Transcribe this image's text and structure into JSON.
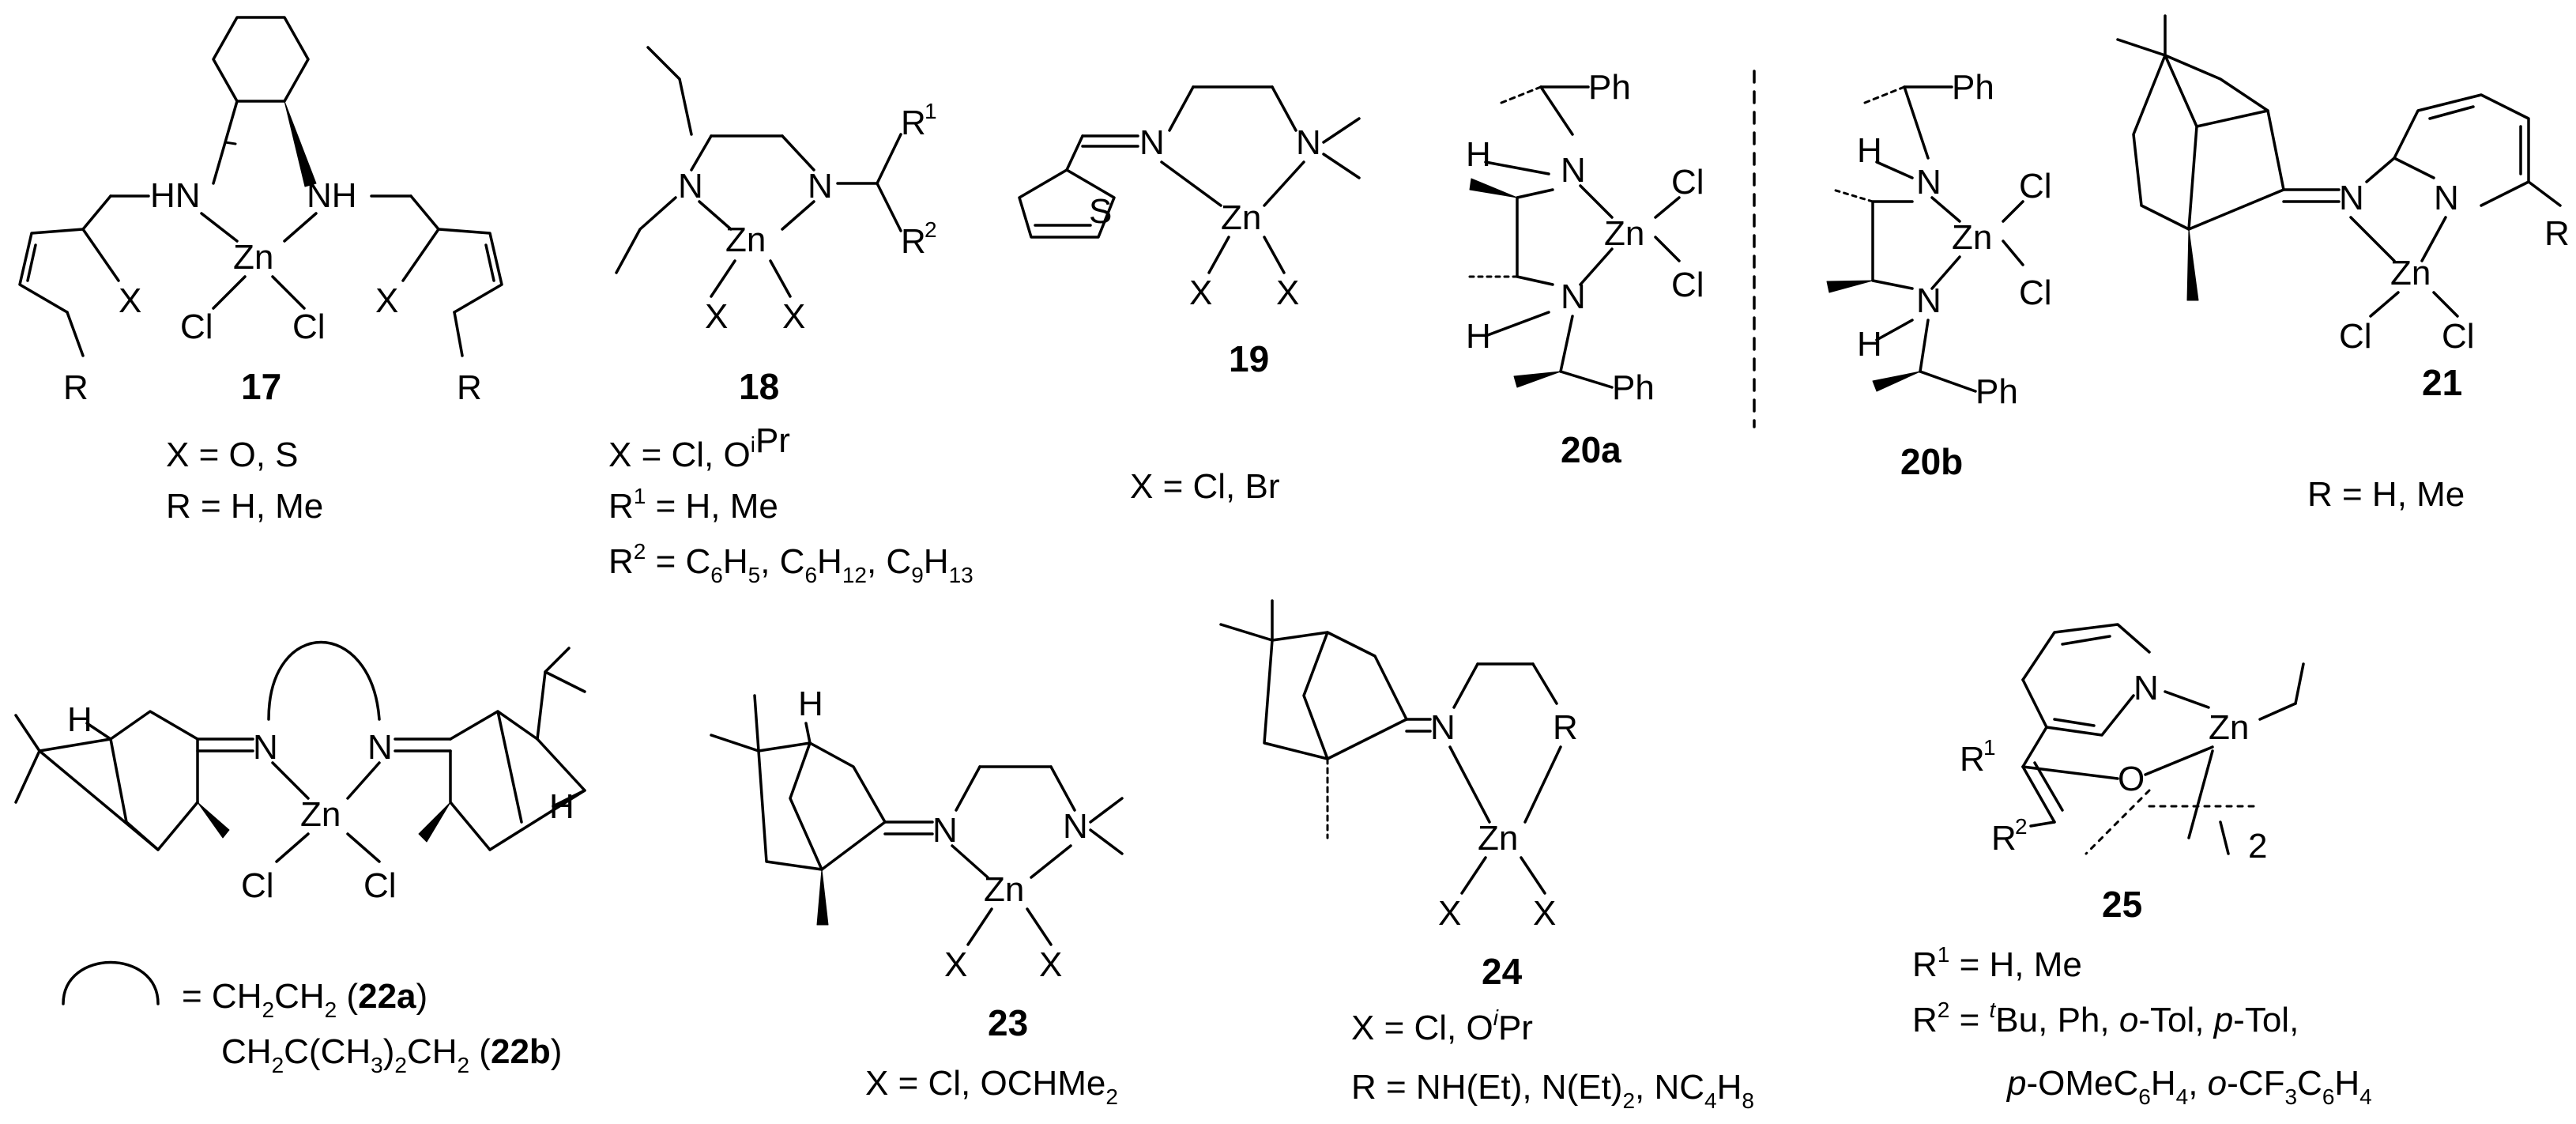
{
  "atoms": {
    "zn": "Zn",
    "cl": "Cl",
    "x": "X",
    "n": "N",
    "hn": "HN",
    "nh": "NH",
    "h": "H",
    "s": "S",
    "o": "O",
    "r": "R",
    "ph": "Ph",
    "br": "Br"
  },
  "compounds": [
    {
      "id": "17",
      "label": "17",
      "captions": [
        "X = O, S",
        "R = H, Me"
      ]
    },
    {
      "id": "18",
      "label": "18",
      "captions": [
        "X = Cl, O",
        "R",
        "= H, Me",
        "R",
        "= C",
        "H",
        ", C",
        "H",
        ", C",
        "H"
      ]
    },
    {
      "id": "19",
      "label": "19",
      "captions": [
        "X = Cl, Br"
      ]
    },
    {
      "id": "20a",
      "label": "20a",
      "captions": []
    },
    {
      "id": "20b",
      "label": "20b",
      "captions": []
    },
    {
      "id": "21",
      "label": "21",
      "captions": [
        "R = H, Me"
      ]
    },
    {
      "id": "22",
      "label": "",
      "captions": [
        "= CH",
        "CH",
        " (",
        "22a",
        ")",
        "CH",
        "C(CH",
        ")",
        "CH",
        " (",
        "22b",
        ")"
      ]
    },
    {
      "id": "23",
      "label": "23",
      "captions": [
        "X = Cl, OCHMe"
      ]
    },
    {
      "id": "24",
      "label": "24",
      "captions": [
        "X = Cl, O",
        "Pr",
        "R = NH(Et), N(Et)",
        ", NC",
        "H"
      ]
    },
    {
      "id": "25",
      "label": "25",
      "captions": [
        "R",
        " = H, Me",
        "R",
        " = ",
        "Bu, Ph, ",
        "o",
        "-Tol, ",
        "p",
        "-Tol,",
        "p",
        "-OMeC",
        "H",
        ", ",
        "o",
        "-CF",
        "C",
        "H"
      ]
    }
  ],
  "subscripts": {
    "two": "2",
    "three": "3",
    "four": "4",
    "five": "5",
    "six": "6",
    "eight": "8",
    "nine": "9",
    "twelve": "12",
    "thirteen": "13",
    "one": "1",
    "i": "i",
    "t": "t"
  }
}
